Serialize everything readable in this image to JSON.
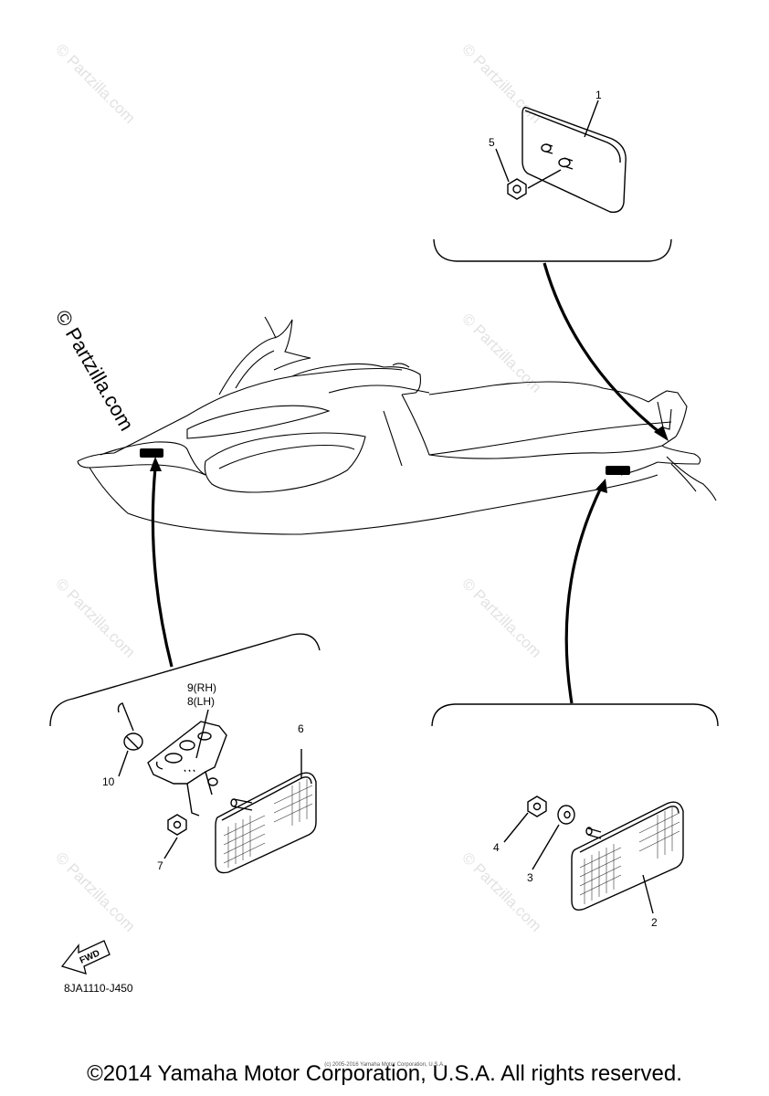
{
  "callouts": {
    "p1": "1",
    "p2": "2",
    "p3": "3",
    "p4": "4",
    "p5": "5",
    "p6": "6",
    "p7": "7",
    "p8": "8(LH)",
    "p9": "9(RH)",
    "p10": "10"
  },
  "diagram_code": "8JA1110-J450",
  "fwd_label": "FWD",
  "watermark": "© Partzilla.com",
  "footer": {
    "copyright": "©2014 Yamaha Motor Corporation, U.S.A. All rights reserved.",
    "small_copyright": "(c) 2005-2016 Yamaha Motor Corporation, U.S.A."
  }
}
